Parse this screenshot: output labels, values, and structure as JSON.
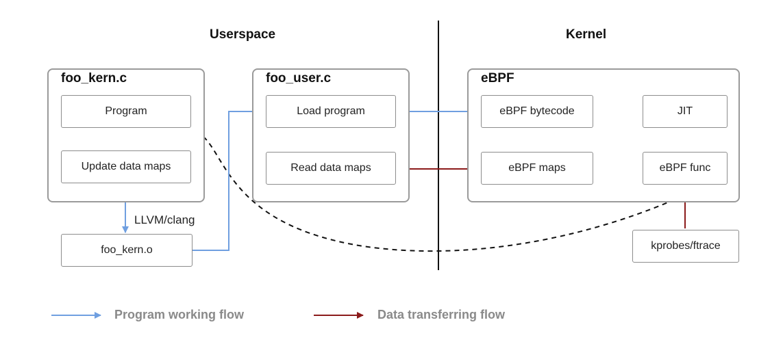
{
  "colors": {
    "program_flow": "#6f9fe0",
    "data_flow": "#8b1a1a",
    "box_border": "#8c8c8c",
    "group_border": "#9a9a9a",
    "divider": "#111111"
  },
  "sections": {
    "userspace": "Userspace",
    "kernel": "Kernel"
  },
  "groups": {
    "foo_kern": {
      "title": "foo_kern.c",
      "program": "Program",
      "update_maps": "Update data maps"
    },
    "foo_user": {
      "title": "foo_user.c",
      "load_program": "Load program",
      "read_maps": "Read data maps"
    },
    "ebpf": {
      "title": "eBPF",
      "bytecode": "eBPF bytecode",
      "jit": "JIT",
      "maps": "eBPF maps",
      "func": "eBPF func"
    }
  },
  "compiler_label": "LLVM/clang",
  "foo_kern_o": "foo_kern.o",
  "kprobes": "kprobes/ftrace",
  "legend": {
    "program_flow": "Program working flow",
    "data_flow": "Data transferring flow"
  }
}
